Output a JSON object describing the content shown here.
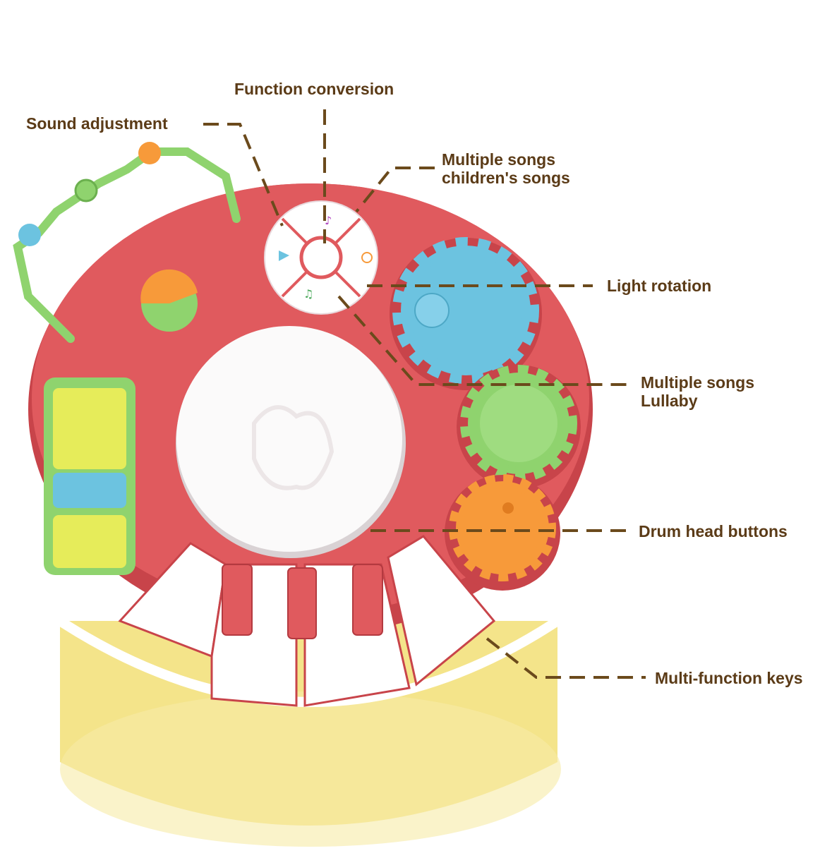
{
  "labels": {
    "function_conversion": "Function conversion",
    "sound_adjustment": "Sound adjustment",
    "multiple_songs_children_l1": "Multiple songs",
    "multiple_songs_children_l2": "children's songs",
    "light_rotation": "Light rotation",
    "multiple_songs_lullaby_l1": "Multiple songs",
    "multiple_songs_lullaby_l2": "Lullaby",
    "drum_head_buttons": "Drum head buttons",
    "multi_function_keys": "Multi-function keys"
  },
  "colors": {
    "label_text": "#5b3b17",
    "leader_line": "#6b4a1c",
    "toy_top": "#e05a5e",
    "body": "#f4e48a",
    "gear_blue": "#6cc3e0",
    "gear_green": "#8fd36e",
    "gear_orange": "#f79a3a"
  }
}
